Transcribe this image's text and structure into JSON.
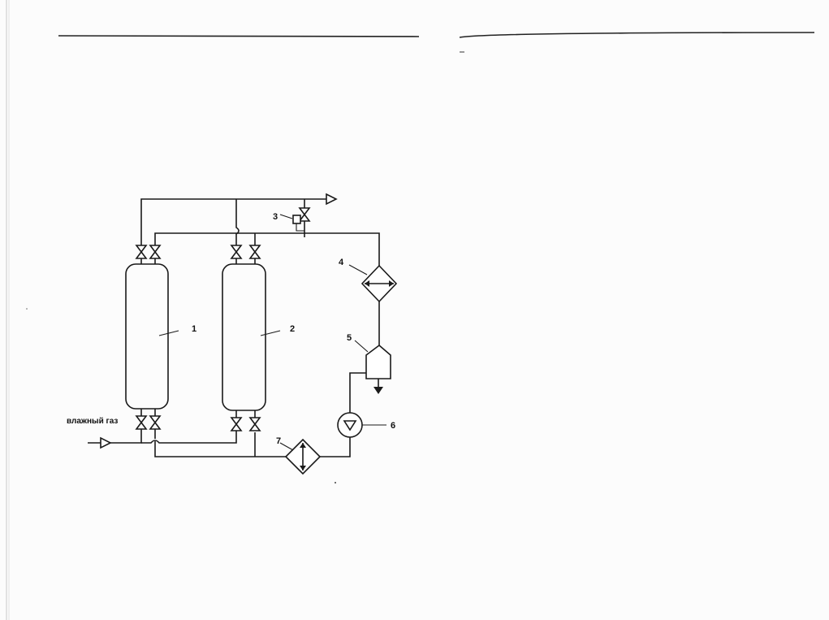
{
  "diagram": {
    "inlet_label": "влажный газ",
    "item_numbers": [
      "1",
      "2",
      "3",
      "4",
      "5",
      "6",
      "7"
    ]
  }
}
